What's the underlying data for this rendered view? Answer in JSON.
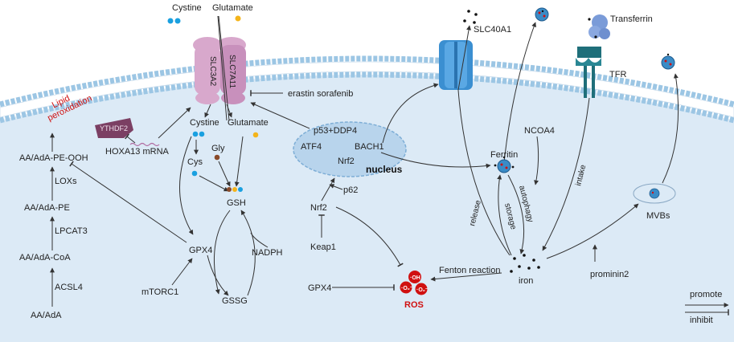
{
  "labels": {
    "cystine_top": "Cystine",
    "glutamate_top": "Glutamate",
    "slc3a2": "SLC3A2",
    "slc7a11": "SLC7A11",
    "erastin": "erastin  sorafenib",
    "lipid_peroxidation_1": "Lipid",
    "lipid_peroxidation_2": "peroxidation",
    "ythdf2": "YTHDF2",
    "hoxa13": "HOXA13 mRNA",
    "cystine_in": "Cystine",
    "glutamate_in": "Glutamate",
    "gly": "Gly",
    "cys": "Cys",
    "gsh": "GSH",
    "gpx4_mid": "GPX4",
    "gssg": "GSSG",
    "nadph": "NADPH",
    "mtorc1": "mTORC1",
    "aa_pe_ooh": "AA/AdA-PE-OOH",
    "loxs": "LOXs",
    "aa_pe": "AA/AdA-PE",
    "lpcat3": "LPCAT3",
    "aa_coa": "AA/AdA-CoA",
    "acsl4": "ACSL4",
    "aa": "AA/AdA",
    "p53": "p53+DDP4",
    "atf4": "ATF4",
    "bach1": "BACH1",
    "nrf2_nuc": "Nrf2",
    "nucleus": "nucleus",
    "p62": "p62",
    "nrf2": "Nrf2",
    "keap1": "Keap1",
    "gpx4_ros": "GPX4",
    "ros": "ROS",
    "oh": "·OH",
    "o2a": "·O₂⁻",
    "o2b": "·O₂⁻",
    "fenton": "Fenton reaction",
    "iron": "iron",
    "slc40a1": "SLC40A1",
    "transferrin": "Transferrin",
    "tfr": "TFR",
    "ncoa4": "NCOA4",
    "ferritin": "Ferritin",
    "release": "release",
    "storage": "storage",
    "autophagy": "autophagy",
    "intake": "intake",
    "mvbs": "MVBs",
    "prominin2": "prominin2",
    "promote": "promote",
    "inhibit": "inhibit"
  },
  "colors": {
    "cytoplasm": "#dceaf6",
    "membrane_head": "#9cc6e4",
    "slc_protein": "#d8a8cc",
    "slc40a1": "#3b8fd1",
    "tfr": "#1f6f7a",
    "ros_red": "#d01010",
    "cystine_dot": "#1aa0e0",
    "glutamate_dot": "#f4b41a",
    "gly_dot": "#8a4b2a",
    "ythdf2": "#7b3f63"
  }
}
